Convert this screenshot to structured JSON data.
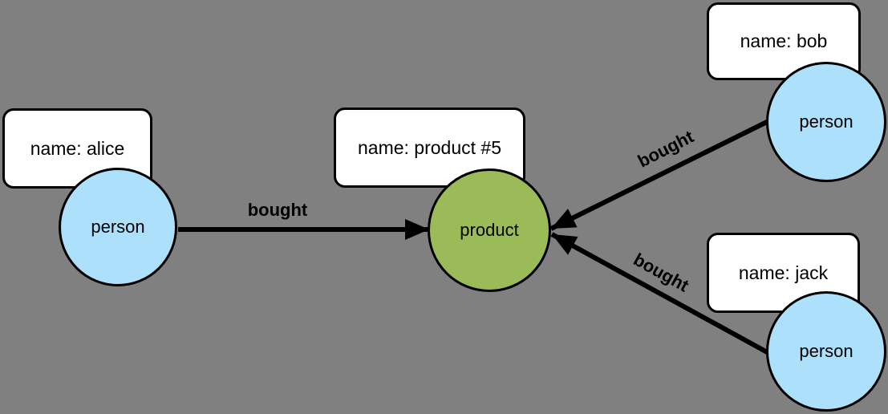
{
  "diagram": {
    "type": "property-graph",
    "nodes": [
      {
        "id": "alice",
        "kind": "person",
        "label": "person",
        "property": "name: alice"
      },
      {
        "id": "product",
        "kind": "product",
        "label": "product",
        "property": "name: product #5"
      },
      {
        "id": "bob",
        "kind": "person",
        "label": "person",
        "property": "name: bob"
      },
      {
        "id": "jack",
        "kind": "person",
        "label": "person",
        "property": "name: jack"
      }
    ],
    "edges": [
      {
        "from": "alice",
        "to": "product",
        "label": "bought"
      },
      {
        "from": "bob",
        "to": "product",
        "label": "bought"
      },
      {
        "from": "jack",
        "to": "product",
        "label": "bought"
      }
    ],
    "colors": {
      "background": "#808080",
      "person_node_fill": "#ADE0FA",
      "product_node_fill": "#9ABB58",
      "node_border": "#000000",
      "property_box_fill": "#FFFFFF",
      "edge_color": "#000000",
      "text_color": "#000000"
    }
  }
}
